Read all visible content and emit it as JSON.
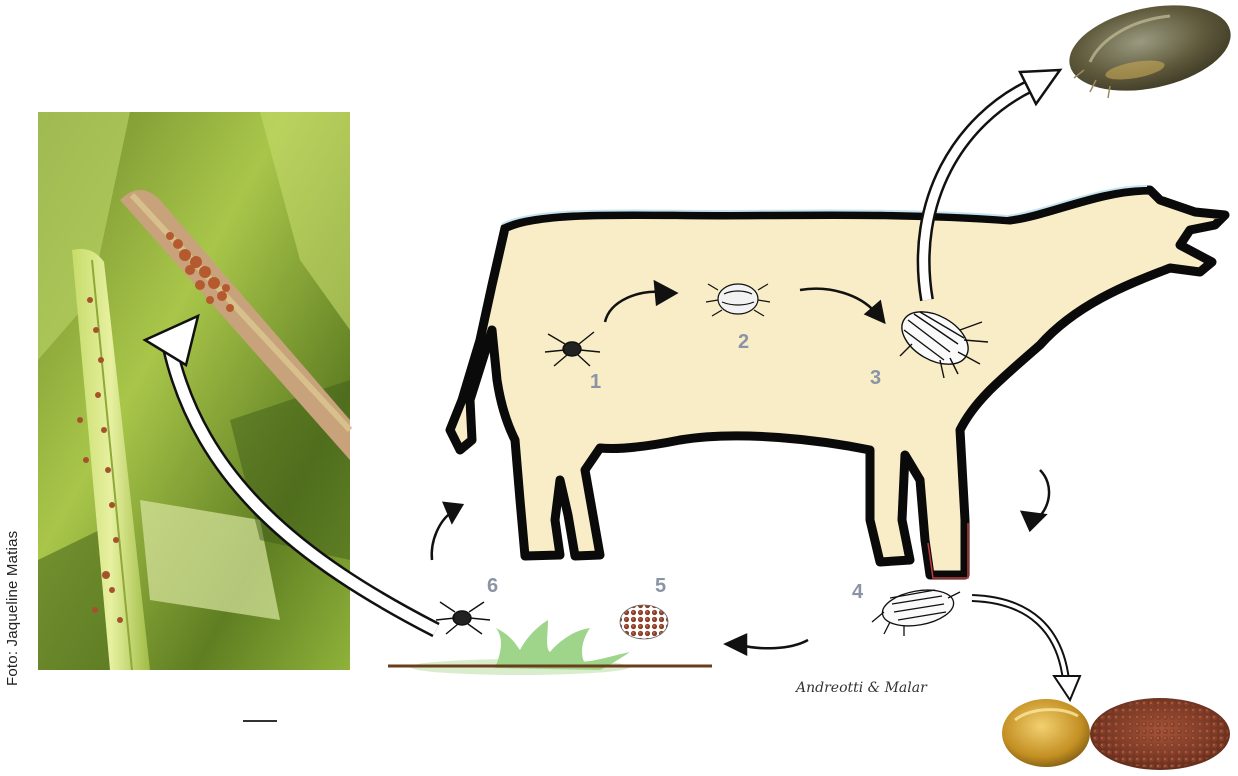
{
  "credit": "Foto: Jaqueline Matias",
  "stage_labels": [
    "1",
    "2",
    "3",
    "4",
    "5",
    "6"
  ],
  "signature": "Andreotti & Malar",
  "colors": {
    "cow_fill": "#f8edc6",
    "cow_outline": "#0a0a0a",
    "ground": "#6a3d1c",
    "grass": "#9fd58a",
    "label": "#8a94a4"
  }
}
